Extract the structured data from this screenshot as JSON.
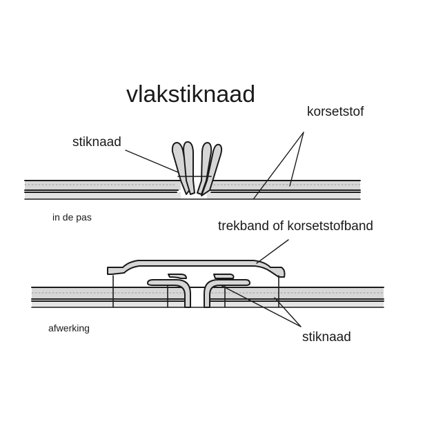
{
  "diagram": {
    "title": "vlakstiknaad",
    "labels": {
      "korsetstof": "korsetstof",
      "stiknaad_top": "stiknaad",
      "in_de_pas": "in de pas",
      "trekband": "trekband of korsetstofband",
      "afwerking": "afwerking",
      "stiknaad_bottom": "stiknaad"
    },
    "colors": {
      "line": "#1a1a1a",
      "fabric_fill": "#d6d6d6",
      "background": "#ffffff"
    }
  }
}
